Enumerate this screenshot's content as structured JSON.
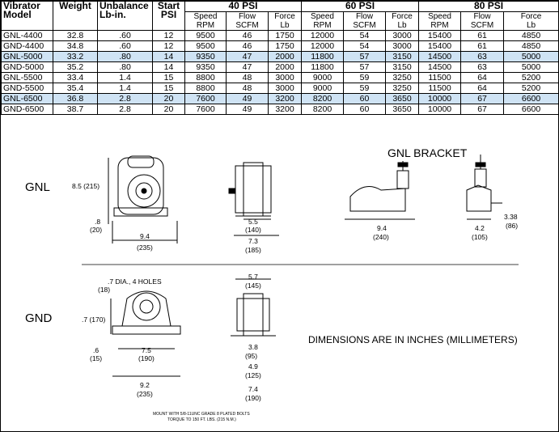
{
  "table": {
    "headers": {
      "model": [
        "Vibrator",
        "Model"
      ],
      "weight": "Weight",
      "unbalance": [
        "Unbalance",
        "Lb-in."
      ],
      "start": [
        "Start",
        "PSI"
      ],
      "groups": [
        "40 PSI",
        "60 PSI",
        "80 PSI"
      ],
      "sub": {
        "speed": [
          "Speed",
          "RPM"
        ],
        "flow": [
          "Flow",
          "SCFM"
        ],
        "force": [
          "Force",
          "Lb"
        ]
      }
    },
    "rows": [
      {
        "model": "GNL-4400",
        "weight": "32.8",
        "unbalance": ".60",
        "start": "12",
        "v": [
          "9500",
          "46",
          "1750",
          "12000",
          "54",
          "3000",
          "15400",
          "61",
          "4850"
        ]
      },
      {
        "model": "GND-4400",
        "weight": "34.8",
        "unbalance": ".60",
        "start": "12",
        "v": [
          "9500",
          "46",
          "1750",
          "12000",
          "54",
          "3000",
          "15400",
          "61",
          "4850"
        ]
      },
      {
        "model": "GNL-5000",
        "weight": "33.2",
        "unbalance": ".80",
        "start": "14",
        "v": [
          "9350",
          "47",
          "2000",
          "11800",
          "57",
          "3150",
          "14500",
          "63",
          "5000"
        ]
      },
      {
        "model": "GND-5000",
        "weight": "35.2",
        "unbalance": ".80",
        "start": "14",
        "v": [
          "9350",
          "47",
          "2000",
          "11800",
          "57",
          "3150",
          "14500",
          "63",
          "5000"
        ]
      },
      {
        "model": "GNL-5500",
        "weight": "33.4",
        "unbalance": "1.4",
        "start": "15",
        "v": [
          "8800",
          "48",
          "3000",
          "9000",
          "59",
          "3250",
          "11500",
          "64",
          "5200"
        ]
      },
      {
        "model": "GND-5500",
        "weight": "35.4",
        "unbalance": "1.4",
        "start": "15",
        "v": [
          "8800",
          "48",
          "3000",
          "9000",
          "59",
          "3250",
          "11500",
          "64",
          "5200"
        ]
      },
      {
        "model": "GNL-6500",
        "weight": "36.8",
        "unbalance": "2.8",
        "start": "20",
        "v": [
          "7600",
          "49",
          "3200",
          "8200",
          "60",
          "3650",
          "10000",
          "67",
          "6600"
        ]
      },
      {
        "model": "GND-6500",
        "weight": "38.7",
        "unbalance": "2.8",
        "start": "20",
        "v": [
          "7600",
          "49",
          "3200",
          "8200",
          "60",
          "3650",
          "10000",
          "67",
          "6600"
        ]
      }
    ]
  },
  "drawing": {
    "gnl_label": "GNL",
    "gnd_label": "GND",
    "bracket_title": "GNL BRACKET",
    "dims_note": "DIMENSIONS ARE IN INCHES (MILLIMETERS)",
    "gnl_height": "8.5 (215)",
    "gnl_base_in": ".8",
    "gnl_base_mm": "(20)",
    "gnl_width_in": "9.4",
    "gnl_width_mm": "(235)",
    "gnl_side1_in": "5.5",
    "gnl_side1_mm": "(140)",
    "gnl_side2_in": "7.3",
    "gnl_side2_mm": "(185)",
    "br_width_in": "9.4",
    "br_width_mm": "(240)",
    "br_side1_in": "4.2",
    "br_side1_mm": "(105)",
    "br_side2_in": "3.38",
    "br_side2_mm": "(86)",
    "gnd_holes": ".7 DIA., 4 HOLES",
    "gnd_holes_mm": "(18)",
    "gnd_height": ".7 (170)",
    "gnd_base_in": ".6",
    "gnd_base_mm": "(15)",
    "gnd_w1_in": "7.5",
    "gnd_w1_mm": "(190)",
    "gnd_w2_in": "9.2",
    "gnd_w2_mm": "(235)",
    "gnd_top_in": "5.7",
    "gnd_top_mm": "(145)",
    "gnd_s1_in": "3.8",
    "gnd_s1_mm": "(95)",
    "gnd_s2_in": "4.9",
    "gnd_s2_mm": "(125)",
    "gnd_s3_in": "7.4",
    "gnd_s3_mm": "(190)",
    "mount_note_1": "MOUNT WITH 5/8-11UNC GRADE 8 PLATED BOLTS",
    "mount_note_2": "TORQUE TO 150 FT. LBS. (215 N.M.)"
  }
}
